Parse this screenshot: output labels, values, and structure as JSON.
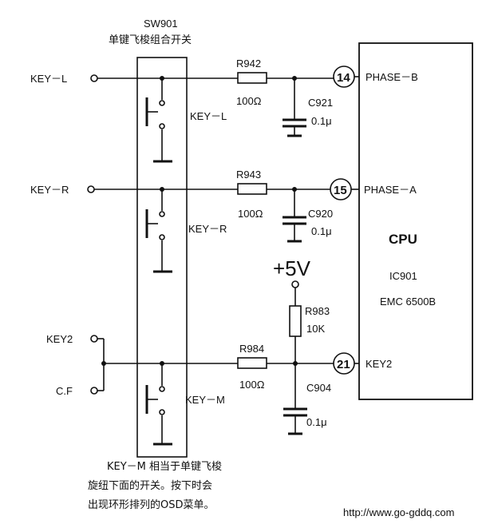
{
  "switch": {
    "ref": "SW901",
    "desc": "单键飞梭组合开关"
  },
  "inputs": {
    "key_l": "KEY－L",
    "key_r": "KEY－R",
    "key2": "KEY2",
    "cf": "C.F"
  },
  "switch_labels": {
    "key_l": "KEY－L",
    "key_r": "KEY－R",
    "key_m": "KEY－M"
  },
  "resistors": {
    "r942": {
      "ref": "R942",
      "value": "100Ω"
    },
    "r943": {
      "ref": "R943",
      "value": "100Ω"
    },
    "r984": {
      "ref": "R984",
      "value": "100Ω"
    },
    "r983": {
      "ref": "R983",
      "value": "10K"
    }
  },
  "capacitors": {
    "c921": {
      "ref": "C921",
      "value": "0.1μ"
    },
    "c920": {
      "ref": "C920",
      "value": "0.1μ"
    },
    "c904": {
      "ref": "C904",
      "value": "0.1μ"
    }
  },
  "supply": "+5V",
  "pins": {
    "p14": {
      "num": "14",
      "name": "PHASE－B"
    },
    "p15": {
      "num": "15",
      "name": "PHASE－A"
    },
    "p21": {
      "num": "21",
      "name": "KEY2"
    }
  },
  "cpu": {
    "title": "CPU",
    "ref": "IC901",
    "part": "EMC 6500B"
  },
  "note": [
    "KEY－M 相当于单键飞梭",
    "旋纽下面的开关。按下时会",
    "出现环形排列的OSD菜单。"
  ],
  "watermark": "http://www.go-gddq.com"
}
